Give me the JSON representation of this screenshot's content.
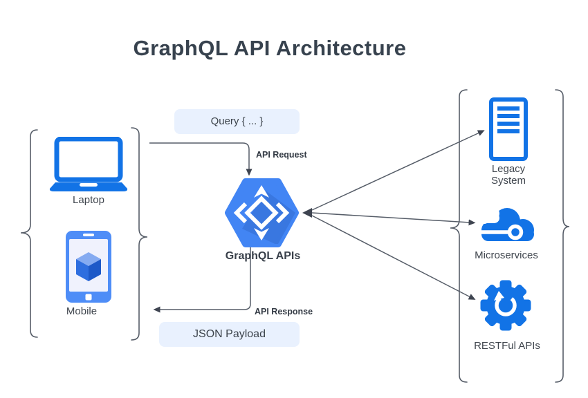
{
  "title": "GraphQL API Architecture",
  "clients": {
    "laptop_label": "Laptop",
    "mobile_label": "Mobile"
  },
  "gateway": {
    "label": "GraphQL APIs"
  },
  "backends": {
    "legacy_label": "Legacy System",
    "microservices_label": "Microservices",
    "rest_label": "RESTFul APIs"
  },
  "flow": {
    "query_badge": "Query { ... }",
    "request_label": "API Request",
    "response_label": "API Response",
    "payload_badge": "JSON Payload"
  },
  "icons": {
    "laptop": "laptop-icon",
    "mobile": "mobile-phone-icon",
    "cube": "cube-icon",
    "gateway": "hexagon-api-gateway-icon",
    "legacy": "server-icon",
    "microservices": "cloud-icon",
    "rest": "gear-icon",
    "grouping": "curly-brace"
  },
  "colors": {
    "icon_blue": "#1273E6",
    "hexagon_blue": "#4285F4",
    "badge_bg": "#E9F1FE",
    "title_text": "#37424E",
    "connector": "#565D68"
  }
}
